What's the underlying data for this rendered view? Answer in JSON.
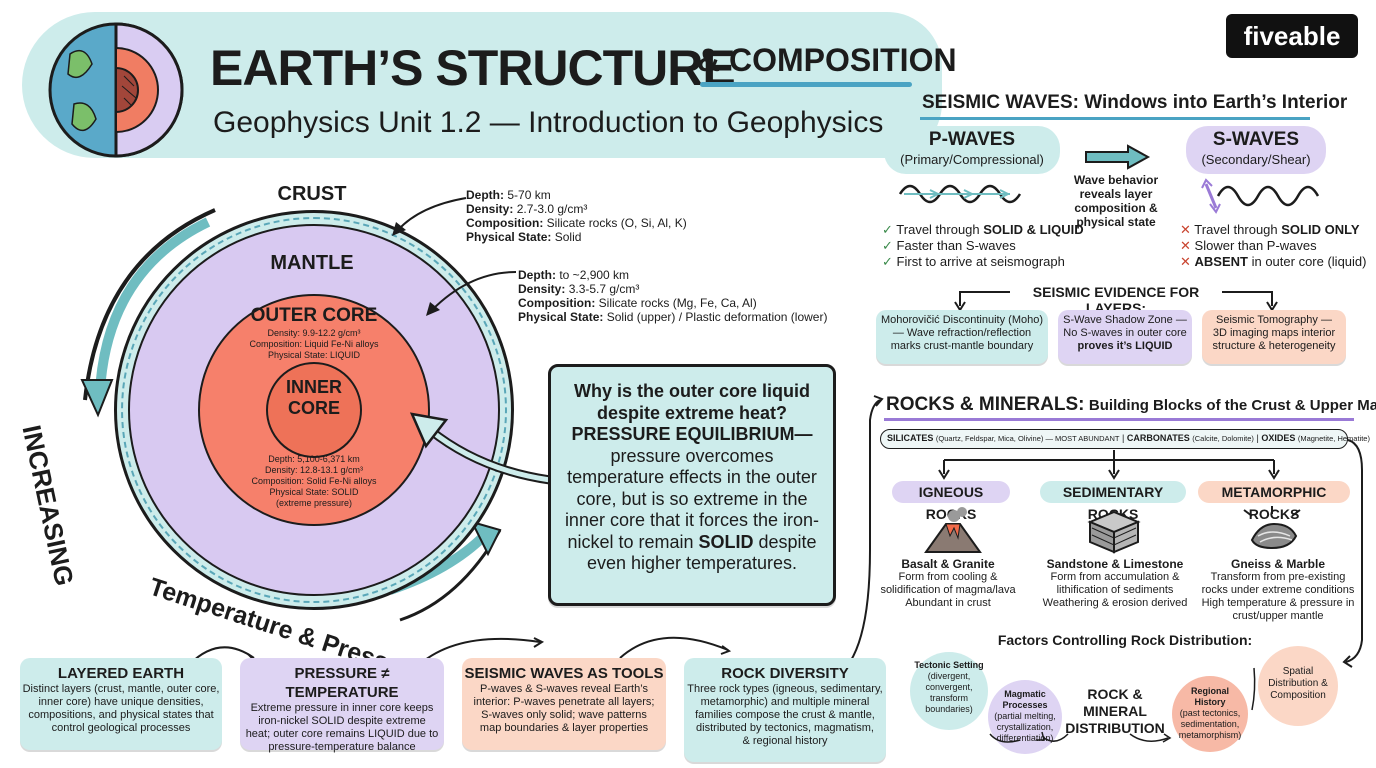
{
  "header": {
    "title_main": "EARTH’S STRUCTURE",
    "title_amp": "& COMPOSITION",
    "subtitle": "Geophysics Unit 1.2 — Introduction to Geophysics",
    "brand": "fiveable"
  },
  "layers": {
    "crust": {
      "label": "CRUST",
      "depth_key": "Depth:",
      "depth": "5-70 km",
      "density_key": "Density:",
      "density": "2.7-3.0 g/cm³",
      "composition_key": "Composition:",
      "composition": "Silicate rocks (O, Si, Al, K)",
      "state_key": "Physical State:",
      "state": "Solid"
    },
    "mantle": {
      "label": "MANTLE",
      "depth_key": "Depth:",
      "depth": "to ~2,900 km",
      "density_key": "Density:",
      "density": "3.3-5.7 g/cm³",
      "composition_key": "Composition:",
      "composition": "Silicate rocks (Mg, Fe, Ca, Al)",
      "state_key": "Physical State:",
      "state": "Solid (upper) / Plastic deformation (lower)"
    },
    "outer_core": {
      "label": "OUTER CORE",
      "density": "Density: 9.9-12.2 g/cm³",
      "composition": "Composition: Liquid Fe-Ni alloys",
      "state": "Physical State: LIQUID"
    },
    "inner_core": {
      "label_1": "INNER",
      "label_2": "CORE",
      "depth": "Depth: 5,100-6,371 km",
      "density": "Density: 12.8-13.1 g/cm³",
      "composition": "Composition: Solid Fe-Ni alloys",
      "state": "Physical State: SOLID",
      "state_note": "(extreme pressure)"
    },
    "arrow_label_1": "INCREASING",
    "arrow_label_2": "Temperature & Pressure"
  },
  "callout": {
    "question_1": "Why is the outer core liquid",
    "question_2": "despite extreme heat?",
    "heading": "PRESSURE EQUILIBRIUM—",
    "line_1": "pressure overcomes",
    "line_2": "temperature effects in the outer",
    "line_3": "core, but is so extreme in the",
    "line_4": "inner core that it forces the iron-",
    "line_5a": "nickel to remain ",
    "line_5b": "SOLID",
    "line_5c": " despite",
    "line_6": "even higher temperatures."
  },
  "seismic": {
    "title": "SEISMIC WAVES: Windows into Earth’s Interior",
    "p_title": "P-WAVES",
    "p_sub": "(Primary/Compressional)",
    "s_title": "S-WAVES",
    "s_sub": "(Secondary/Shear)",
    "middle_1": "Wave behavior",
    "middle_2": "reveals layer",
    "middle_3": "composition &",
    "middle_4": "physical state",
    "p_points": [
      {
        "mark": "✓",
        "pre": "Travel through ",
        "bold": "SOLID & LIQUID",
        "post": ""
      },
      {
        "mark": "✓",
        "pre": "Faster than S-waves",
        "bold": "",
        "post": ""
      },
      {
        "mark": "✓",
        "pre": "First to arrive at seismograph",
        "bold": "",
        "post": ""
      }
    ],
    "s_points": [
      {
        "mark": "✕",
        "pre": "Travel through ",
        "bold": "SOLID ONLY",
        "post": ""
      },
      {
        "mark": "✕",
        "pre": "Slower than P-waves",
        "bold": "",
        "post": ""
      },
      {
        "mark": "✕",
        "pre": "",
        "bold": "ABSENT",
        "post": " in outer core (liquid)"
      }
    ],
    "evidence_title": "SEISMIC EVIDENCE FOR LAYERS:",
    "evidence": [
      {
        "l1": "Mohorovičić Discontinuity (Moho)",
        "l2": "— Wave refraction/reflection",
        "l3": "marks crust-mantle boundary"
      },
      {
        "l1": "S-Wave Shadow Zone —",
        "l2": "No S-waves in outer core",
        "l3": "proves it’s LIQUID"
      },
      {
        "l1": "Seismic Tomography —",
        "l2": "3D imaging maps interior",
        "l3": "structure & heterogeneity"
      }
    ]
  },
  "rocks": {
    "title_bold": "ROCKS & MINERALS:",
    "title_rest": "Building Blocks of the Crust & Upper Mantle",
    "minerals": [
      {
        "bold": "SILICATES",
        "small": "(Quartz, Feldspar, Mica, Olivine) — MOST ABUNDANT"
      },
      {
        "bold": "CARBONATES",
        "small": "(Calcite, Dolomite)"
      },
      {
        "bold": "OXIDES",
        "small": "(Magnetite, Hematite)"
      }
    ],
    "types": [
      {
        "name": "IGNEOUS ROCKS",
        "examples": "Basalt & Granite",
        "d1": "Form from cooling &",
        "d2": "solidification of magma/lava",
        "d3": "Abundant in crust",
        "d4": ""
      },
      {
        "name": "SEDIMENTARY ROCKS",
        "examples": "Sandstone & Limestone",
        "d1": "Form from accumulation &",
        "d2": "lithification of sediments",
        "d3": "Weathering & erosion derived",
        "d4": ""
      },
      {
        "name": "METAMORPHIC ROCKS",
        "examples": "Gneiss & Marble",
        "d1": "Transform from pre-existing",
        "d2": "rocks under extreme conditions",
        "d3": "High temperature & pressure in",
        "d4": "crust/upper mantle"
      }
    ],
    "factors_title": "Factors Controlling Rock Distribution:",
    "center_1": "ROCK & MINERAL",
    "center_2": "DISTRIBUTION",
    "tectonic": {
      "t": "Tectonic Setting",
      "a": "(divergent,",
      "b": "convergent,",
      "c": "transform",
      "d": "boundaries)"
    },
    "magmatic": {
      "t1": "Magmatic",
      "t2": "Processes",
      "a": "(partial melting,",
      "b": "crystallization,",
      "c": "differentiation)"
    },
    "regional": {
      "t1": "Regional",
      "t2": "History",
      "a": "(past tectonics,",
      "b": "sedimentation,",
      "c": "metamorphism)"
    },
    "spatial": {
      "t1": "Spatial",
      "t2": "Distribution &",
      "t3": "Composition"
    }
  },
  "summary": [
    {
      "title": "LAYERED EARTH",
      "lines": [
        "Distinct layers (crust, mantle, outer core,",
        "inner core) have unique densities,",
        "compositions, and physical states that",
        "control geological processes"
      ]
    },
    {
      "title": "PRESSURE ≠ TEMPERATURE",
      "lines": [
        "Extreme pressure in inner core keeps",
        "iron-nickel SOLID despite extreme",
        "heat; outer core remains LIQUID due to",
        "pressure-temperature balance"
      ]
    },
    {
      "title": "SEISMIC WAVES AS TOOLS",
      "lines": [
        "P-waves & S-waves reveal Earth’s",
        "interior: P-waves penetrate all layers;",
        "S-waves only solid; wave patterns",
        "map boundaries & layer properties"
      ]
    },
    {
      "title": "ROCK DIVERSITY",
      "lines": [
        "Three rock types (igneous, sedimentary,",
        "metamorphic) and multiple mineral",
        "families compose the crust & mantle,",
        "distributed by tectonics, magmatism,",
        "& regional history"
      ]
    }
  ],
  "colors": {
    "mint": "#cdeceb",
    "lavender": "#ded4f3",
    "peach": "#fbd7c6",
    "mantle": "#d8c9f1",
    "outer_core": "#f6806b",
    "inner_core": "#ee7258",
    "arrow_teal": "#6fbdc1"
  }
}
